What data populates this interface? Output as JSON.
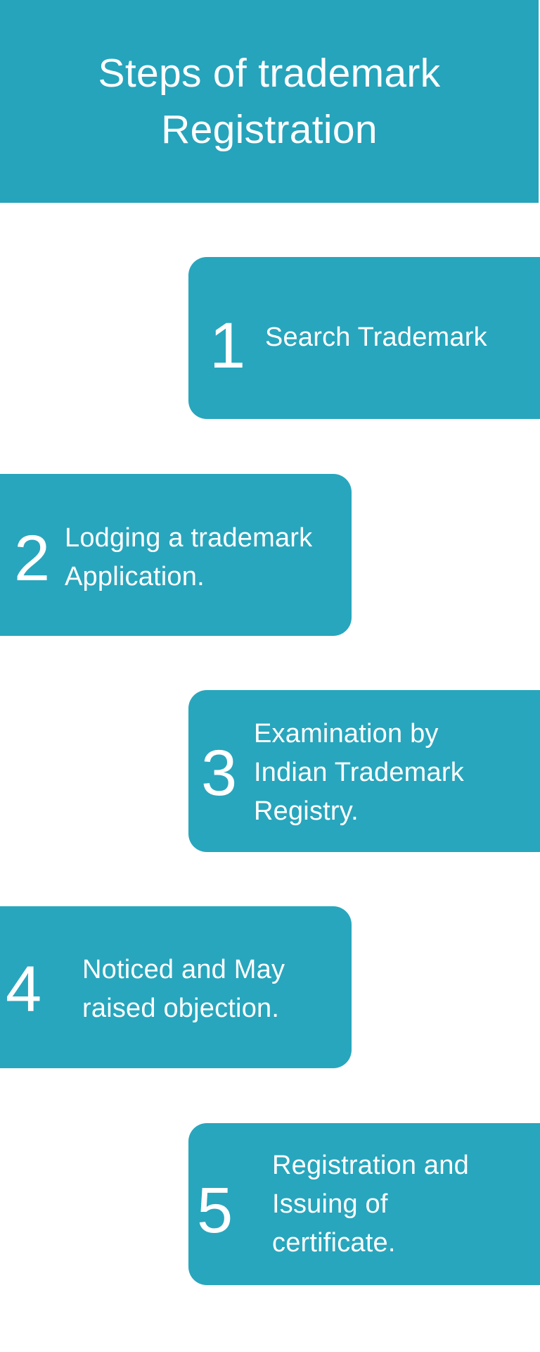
{
  "header": {
    "title_lines": [
      "Steps of trademark",
      "Registration"
    ],
    "background_color": "#25A4BC"
  },
  "colors": {
    "accent": "#28A6BD",
    "text": "#FFFFFF",
    "page_background": "#FFFFFF"
  },
  "steps": [
    {
      "number": "1",
      "lines": [
        "Search Trademark"
      ]
    },
    {
      "number": "2",
      "lines": [
        "Lodging a trademark",
        "Application."
      ]
    },
    {
      "number": "3",
      "lines": [
        "Examination by",
        "Indian Trademark",
        "Registry."
      ]
    },
    {
      "number": "4",
      "lines": [
        "Noticed and May",
        "raised objection."
      ]
    },
    {
      "number": "5",
      "lines": [
        "Registration and",
        "Issuing of",
        "certificate."
      ]
    }
  ]
}
